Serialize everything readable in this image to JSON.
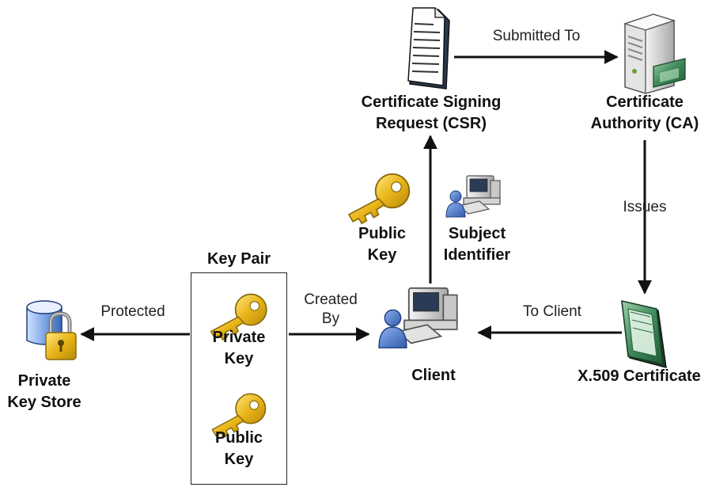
{
  "nodes": {
    "csr": {
      "line1": "Certificate Signing",
      "line2": "Request (CSR)",
      "icon": "document-icon"
    },
    "ca": {
      "line1": "Certificate",
      "line2": "Authority (CA)",
      "icon": "server-certificate-icon"
    },
    "certificate": {
      "line1": "X.509 Certificate",
      "icon": "certificate-icon"
    },
    "client": {
      "line1": "Client",
      "icon": "user-workstation-icon"
    },
    "subject": {
      "line1": "Subject",
      "line2": "Identifier",
      "icon": "user-workstation-icon"
    },
    "public_key": {
      "line1": "Public",
      "line2": "Key",
      "icon": "key-icon"
    },
    "key_pair": {
      "title": "Key Pair",
      "private_line1": "Private",
      "private_line2": "Key",
      "public_line1": "Public",
      "public_line2": "Key",
      "icon": "key-icon"
    },
    "private_store": {
      "line1": "Private",
      "line2": "Key Store",
      "icon": "database-lock-icon"
    }
  },
  "edges": {
    "submitted_to": "Submitted To",
    "issues": "Issues",
    "to_client": "To Client",
    "created_by_1": "Created",
    "created_by_2": "By",
    "protected": "Protected"
  },
  "colors": {
    "key_gold": "#E8B418",
    "key_outline": "#8A6A08",
    "user_blue": "#4A78C8",
    "certificate_green": "#3E8A5A",
    "arrow": "#111111"
  }
}
